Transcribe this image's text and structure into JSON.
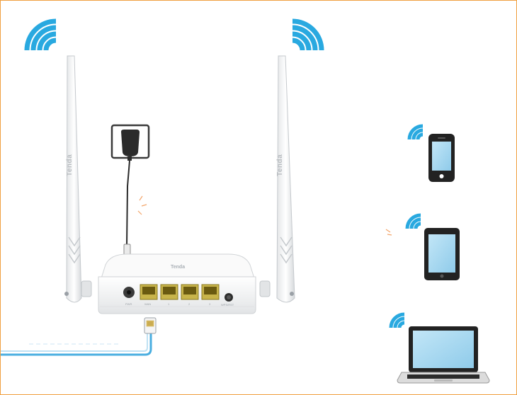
{
  "router": {
    "brand": "Tenda",
    "port_labels": [
      "PWR",
      "WAN",
      "1",
      "2",
      "3",
      "WPS/RST"
    ]
  },
  "colors": {
    "frame_border": "#f0a040",
    "wifi_signal": "#29a9e0",
    "cable_blue": "#4aaee0",
    "device_screen": "#a9d8f0",
    "device_body": "#222222",
    "router_body": "#f2f3f4",
    "ethernet_port": "#c8b44a"
  },
  "icons": {
    "wifi": "wifi-signal-icon",
    "power_adapter": "power-adapter-icon",
    "smartphone": "smartphone-icon",
    "tablet": "tablet-icon",
    "laptop": "laptop-icon",
    "rj45": "rj45-connector-icon"
  }
}
